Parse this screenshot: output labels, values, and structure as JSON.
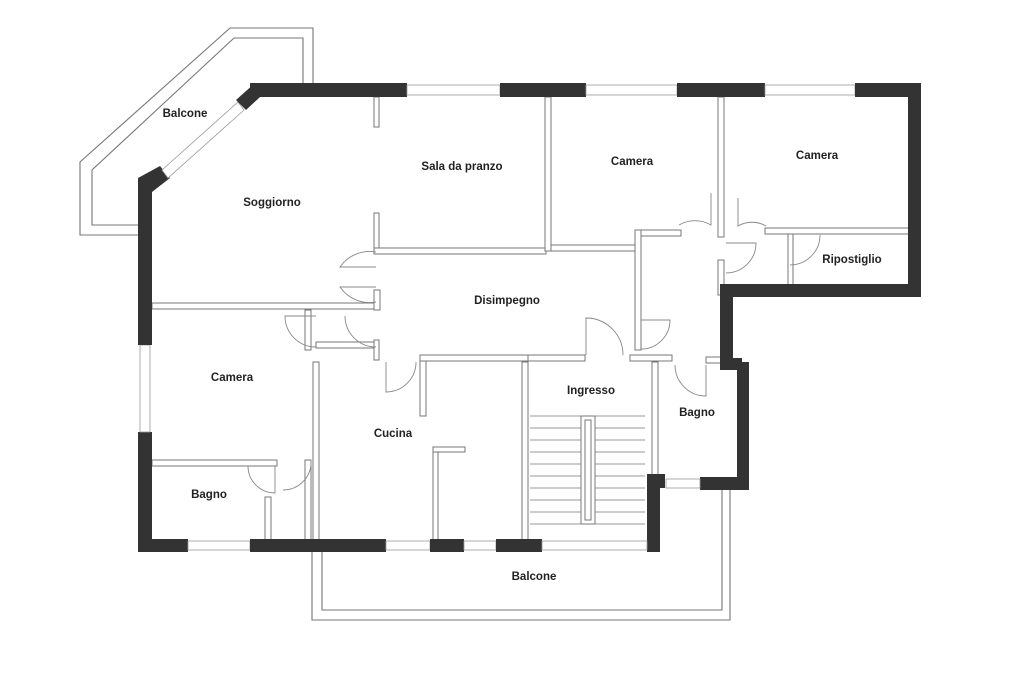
{
  "floorplan": {
    "rooms": [
      {
        "id": "balcone-nw",
        "label": "Balcone"
      },
      {
        "id": "sala-da-pranzo",
        "label": "Sala da pranzo"
      },
      {
        "id": "camera-1",
        "label": "Camera"
      },
      {
        "id": "camera-2",
        "label": "Camera"
      },
      {
        "id": "soggiorno",
        "label": "Soggiorno"
      },
      {
        "id": "ripostiglio",
        "label": "Ripostiglio"
      },
      {
        "id": "disimpegno",
        "label": "Disimpegno"
      },
      {
        "id": "camera-3",
        "label": "Camera"
      },
      {
        "id": "ingresso",
        "label": "Ingresso"
      },
      {
        "id": "bagno-1",
        "label": "Bagno"
      },
      {
        "id": "cucina",
        "label": "Cucina"
      },
      {
        "id": "bagno-2",
        "label": "Bagno"
      },
      {
        "id": "balcone-s",
        "label": "Balcone"
      }
    ],
    "colors": {
      "wall": "#333333",
      "line": "#777777"
    }
  }
}
